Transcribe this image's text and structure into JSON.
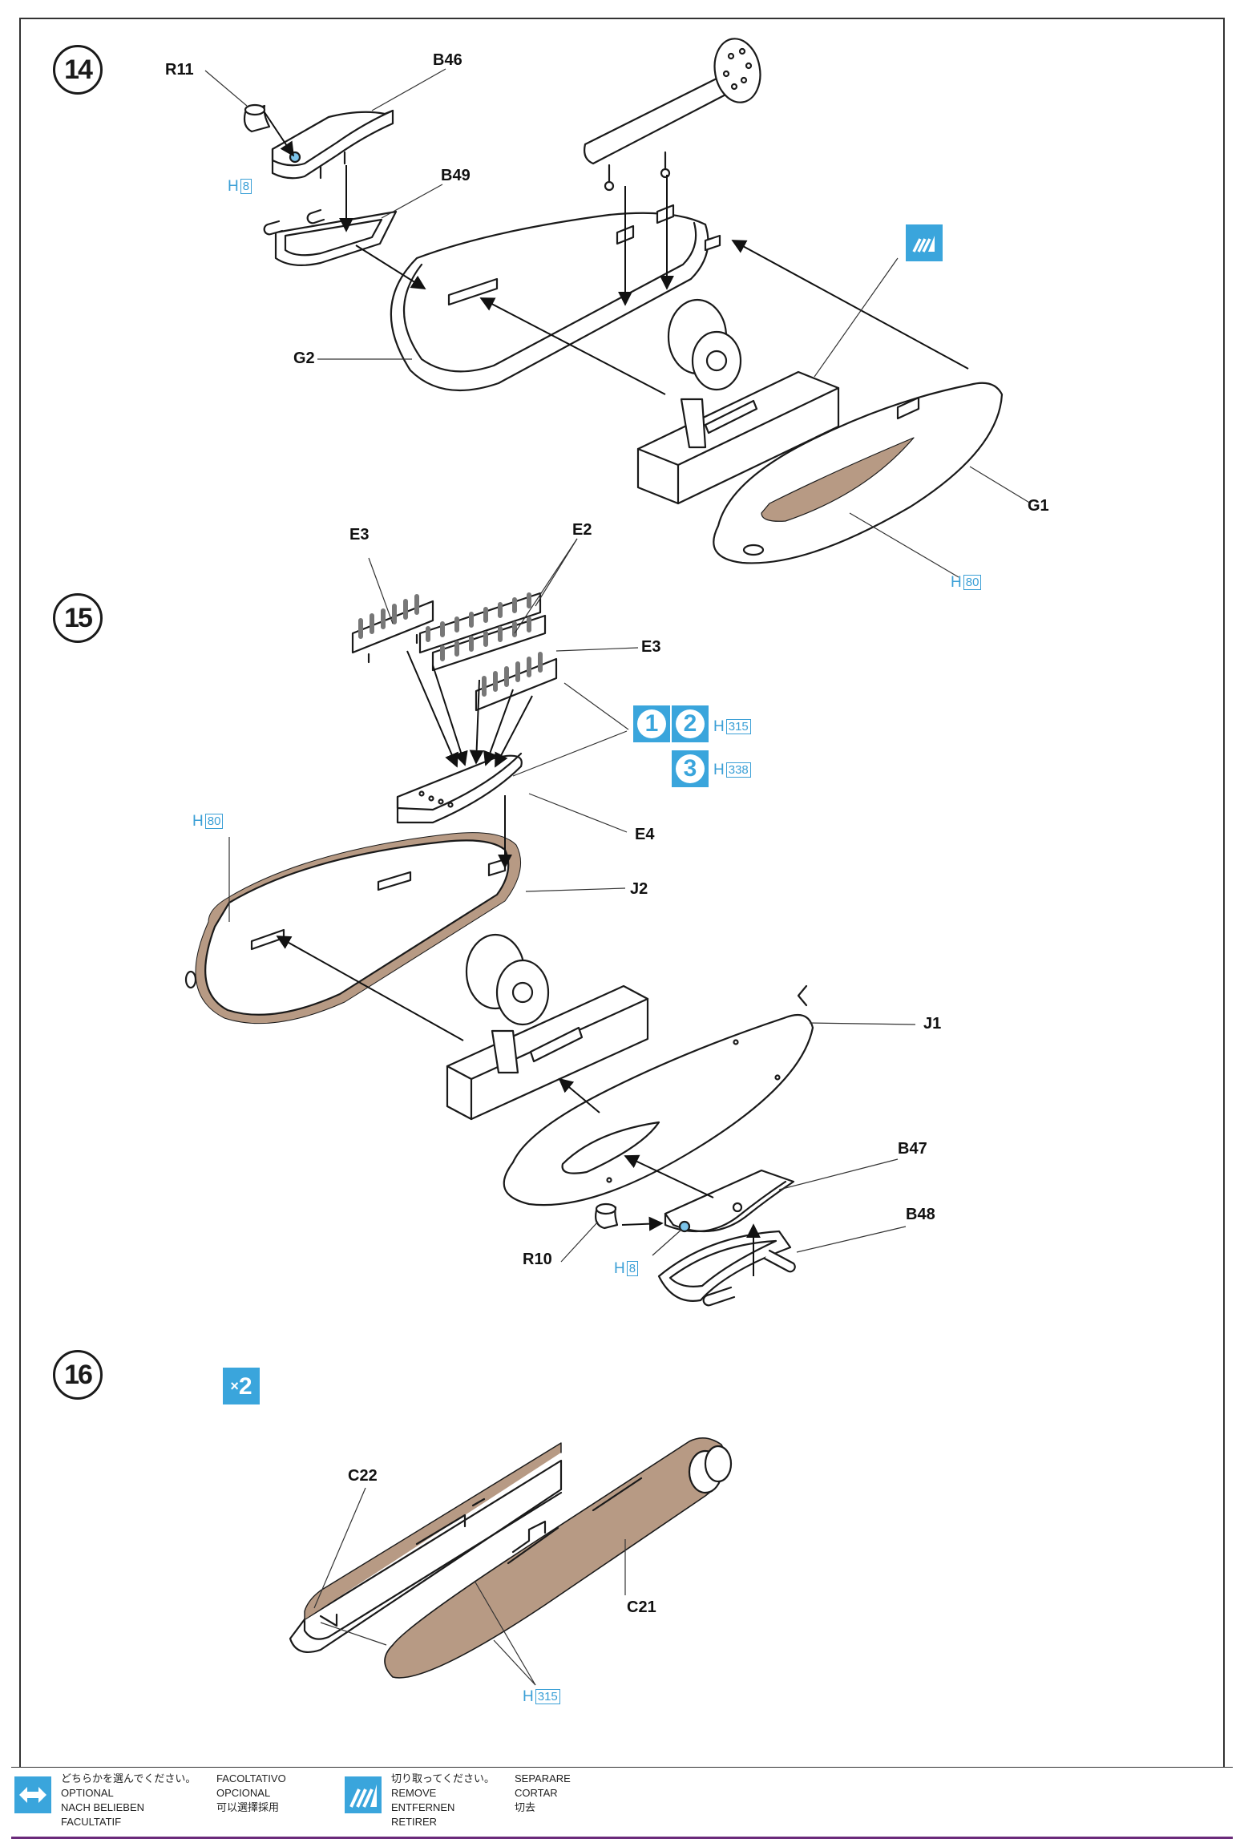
{
  "steps": {
    "s14": {
      "number": "14"
    },
    "s15": {
      "number": "15"
    },
    "s16": {
      "number": "16"
    }
  },
  "parts": {
    "R11": "R11",
    "B46": "B46",
    "B49": "B49",
    "G2": "G2",
    "G1": "G1",
    "E3a": "E3",
    "E2": "E2",
    "E3b": "E3",
    "E4": "E4",
    "J2": "J2",
    "J1": "J1",
    "B47": "B47",
    "B48": "B48",
    "R10": "R10",
    "C22": "C22",
    "C21": "C21"
  },
  "paint_refs": {
    "h8_a": {
      "letter": "H",
      "code": "8"
    },
    "h80_a": {
      "letter": "H",
      "code": "80"
    },
    "h315_a": {
      "letter": "H",
      "code": "315"
    },
    "h338": {
      "letter": "H",
      "code": "338"
    },
    "h80_b": {
      "letter": "H",
      "code": "80"
    },
    "h8_b": {
      "letter": "H",
      "code": "8"
    },
    "h315_b": {
      "letter": "H",
      "code": "315"
    }
  },
  "numbered_options": {
    "one": "1",
    "two": "2",
    "three": "3"
  },
  "quantity": {
    "mark": "×",
    "value": "2"
  },
  "legend": {
    "optional": {
      "icon": "two-way-arrow-icon",
      "lines": [
        "どちらかを選んでください。",
        "OPTIONAL",
        "NACH BELIEBEN",
        "FACULTATIF"
      ],
      "lines2": [
        "FACOLTATIVO",
        "OPCIONAL",
        "可以選擇採用"
      ]
    },
    "remove": {
      "icon": "cut-slash-icon",
      "lines": [
        "切り取ってください。",
        "REMOVE",
        "ENTFERNEN",
        "RETIRER"
      ],
      "lines2": [
        "SEPARARE",
        "CORTAR",
        "切去"
      ]
    }
  },
  "colors": {
    "accent_blue": "#3aa5dc",
    "paint_text": "#3a9fd6",
    "shade": "#b79a84",
    "footer_bar": "#6a2a7a"
  }
}
